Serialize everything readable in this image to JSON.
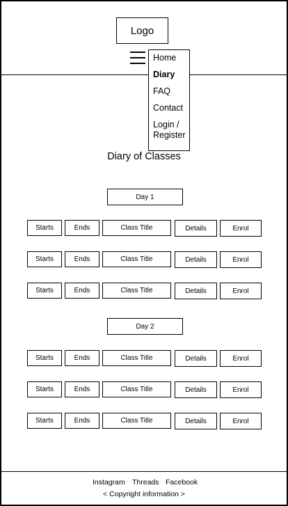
{
  "header": {
    "logo": "Logo"
  },
  "nav": {
    "items": [
      {
        "label": "Home",
        "active": false
      },
      {
        "label": "Diary",
        "active": true
      },
      {
        "label": "FAQ",
        "active": false
      },
      {
        "label": "Contact",
        "active": false
      },
      {
        "label": "Login /",
        "active": false
      },
      {
        "label": "Register",
        "active": false
      }
    ]
  },
  "main": {
    "title": "Diary of Classes",
    "columns": [
      "Starts",
      "Ends",
      "Class Title",
      "Details",
      "Enrol"
    ],
    "days": [
      {
        "label": "Day 1",
        "rows": [
          [
            "Starts",
            "Ends",
            "Class Title",
            "Details",
            "Enrol"
          ],
          [
            "Starts",
            "Ends",
            "Class Title",
            "Details",
            "Enrol"
          ],
          [
            "Starts",
            "Ends",
            "Class Title",
            "Details",
            "Enrol"
          ]
        ]
      },
      {
        "label": "Day 2",
        "rows": [
          [
            "Starts",
            "Ends",
            "Class Title",
            "Details",
            "Enrol"
          ],
          [
            "Starts",
            "Ends",
            "Class Title",
            "Details",
            "Enrol"
          ],
          [
            "Starts",
            "Ends",
            "Class Title",
            "Details",
            "Enrol"
          ]
        ]
      }
    ]
  },
  "footer": {
    "links": [
      "Instagram",
      "Threads",
      "Facebook"
    ],
    "copyright": "< Copyright information >"
  }
}
